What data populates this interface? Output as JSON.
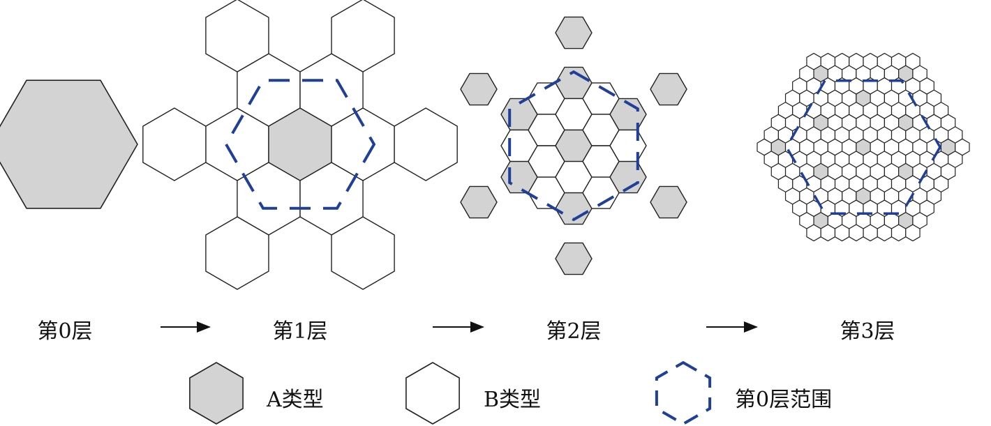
{
  "diagram": {
    "layers": [
      {
        "id": "layer0",
        "label": "第0层"
      },
      {
        "id": "layer1",
        "label": "第1层"
      },
      {
        "id": "layer2",
        "label": "第2层"
      },
      {
        "id": "layer3",
        "label": "第3层"
      }
    ],
    "legend": {
      "type_a": "A类型",
      "type_b": "B类型",
      "boundary": "第0层范围"
    },
    "colors": {
      "type_a_fill": "#d3d3d3",
      "type_b_fill": "#ffffff",
      "stroke": "#222222",
      "boundary_dash": "#1f3f99"
    }
  }
}
